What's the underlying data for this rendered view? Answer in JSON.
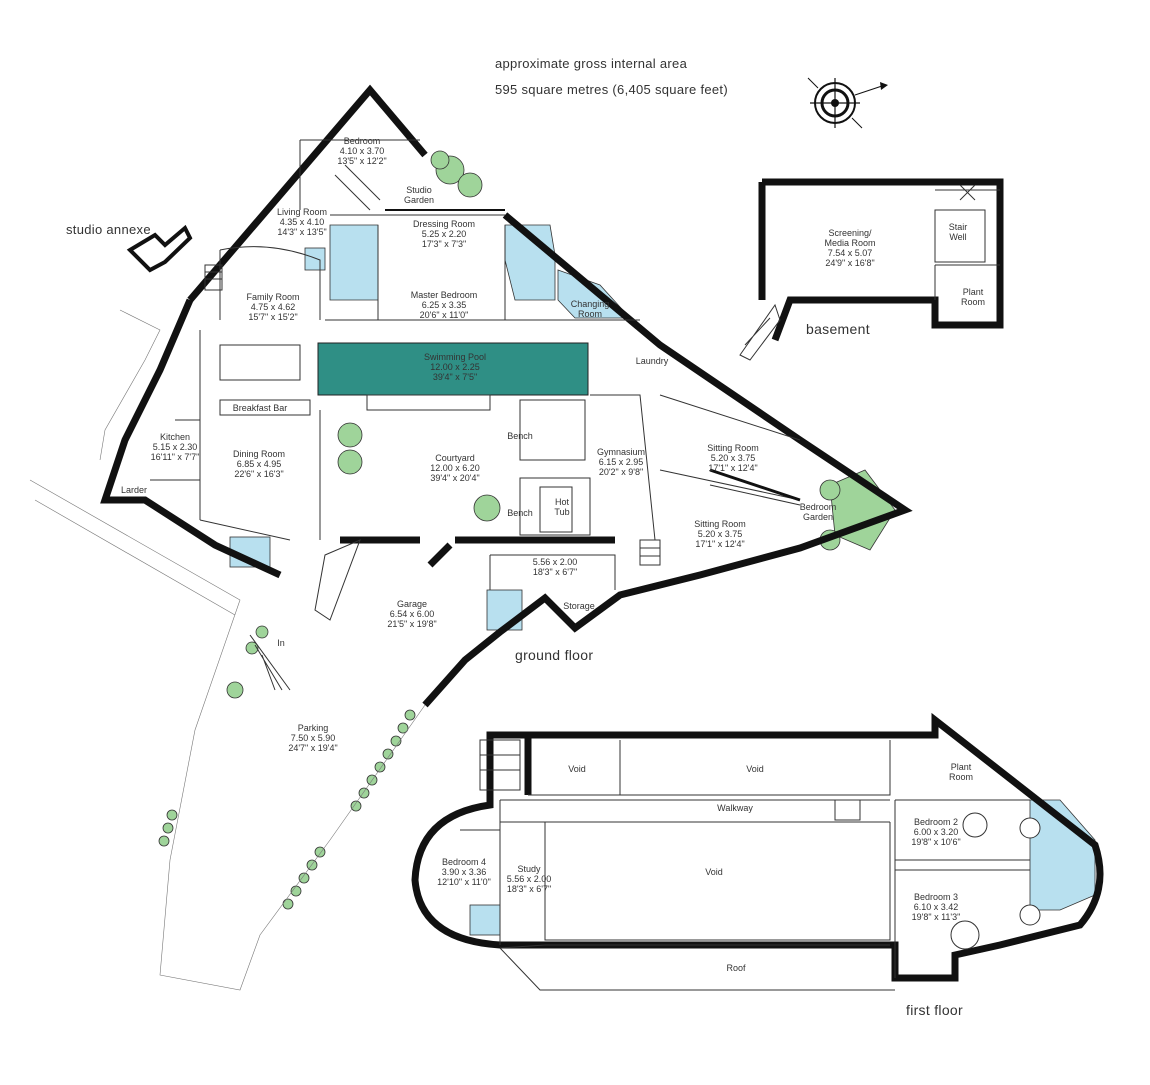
{
  "header": {
    "line1": "approximate gross internal area",
    "line2": "595 square metres (6,405 square feet)"
  },
  "floor_labels": {
    "studio_annexe": "studio annexe",
    "basement": "basement",
    "ground_floor": "ground floor",
    "first_floor": "first floor"
  },
  "colors": {
    "wall": "#111111",
    "wet_room": "#b8e0ef",
    "pool": "#2f8f85",
    "planting": "#9fd49a"
  },
  "icons": [
    "compass-rose-icon"
  ],
  "rooms": {
    "bedroom_studio": {
      "name": "Bedroom",
      "metric": "4.10 x 3.70",
      "imperial": "13'5\" x 12'2\""
    },
    "studio_garden": {
      "name": "Studio",
      "name2": "Garden"
    },
    "living_room": {
      "name": "Living Room",
      "metric": "4.35 x 4.10",
      "imperial": "14'3\" x 13'5\""
    },
    "dressing_room": {
      "name": "Dressing Room",
      "metric": "5.25 x 2.20",
      "imperial": "17'3\" x 7'3\""
    },
    "family_room": {
      "name": "Family Room",
      "metric": "4.75 x 4.62",
      "imperial": "15'7\" x 15'2\""
    },
    "master_bedroom": {
      "name": "Master Bedroom",
      "metric": "6.25 x 3.35",
      "imperial": "20'6\" x 11'0\""
    },
    "changing_room": {
      "name": "Changing",
      "name2": "Room"
    },
    "swimming_pool": {
      "name": "Swimming Pool",
      "metric": "12.00 x 2.25",
      "imperial": "39'4\" x 7'5\""
    },
    "laundry": {
      "name": "Laundry"
    },
    "breakfast_bar": {
      "name": "Breakfast Bar"
    },
    "kitchen": {
      "name": "Kitchen",
      "metric": "5.15 x 2.30",
      "imperial": "16'11\" x 7'7\""
    },
    "larder": {
      "name": "Larder"
    },
    "dining_room": {
      "name": "Dining Room",
      "metric": "6.85 x 4.95",
      "imperial": "22'6\" x 16'3\""
    },
    "courtyard": {
      "name": "Courtyard",
      "metric": "12.00 x 6.20",
      "imperial": "39'4\" x 20'4\""
    },
    "bench1": {
      "name": "Bench"
    },
    "bench2": {
      "name": "Bench"
    },
    "hot_tub": {
      "name": "Hot",
      "name2": "Tub"
    },
    "gymnasium": {
      "name": "Gymnasium",
      "metric": "6.15 x 2.95",
      "imperial": "20'2\" x 9'8\""
    },
    "sitting_room1": {
      "name": "Sitting Room",
      "metric": "5.20 x 3.75",
      "imperial": "17'1\" x 12'4\""
    },
    "sitting_room2": {
      "name": "Sitting Room",
      "metric": "5.20 x 3.75",
      "imperial": "17'1\" x 12'4\""
    },
    "bedroom_garden": {
      "name": "Bedroom",
      "name2": "Garden"
    },
    "storage_dims": {
      "metric": "5.56 x 2.00",
      "imperial": "18'3\" x 6'7\""
    },
    "storage": {
      "name": "Storage"
    },
    "garage": {
      "name": "Garage",
      "metric": "6.54 x 6.00",
      "imperial": "21'5\" x 19'8\""
    },
    "in": {
      "name": "In"
    },
    "parking": {
      "name": "Parking",
      "metric": "7.50 x 5.90",
      "imperial": "24'7\" x 19'4\""
    },
    "screening": {
      "name": "Screening/",
      "name2": "Media Room",
      "metric": "7.54 x 5.07",
      "imperial": "24'9\" x 16'8\""
    },
    "stair_well": {
      "name": "Stair",
      "name2": "Well"
    },
    "plant_room_b": {
      "name": "Plant",
      "name2": "Room"
    },
    "void1": {
      "name": "Void"
    },
    "void2": {
      "name": "Void"
    },
    "plant_room_f": {
      "name": "Plant",
      "name2": "Room"
    },
    "walkway": {
      "name": "Walkway"
    },
    "bedroom2": {
      "name": "Bedroom 2",
      "metric": "6.00 x 3.20",
      "imperial": "19'8\" x 10'6\""
    },
    "bedroom4": {
      "name": "Bedroom 4",
      "metric": "3.90 x 3.36",
      "imperial": "12'10\" x 11'0\""
    },
    "study": {
      "name": "Study",
      "metric": "5.56 x 2.00",
      "imperial": "18'3\" x 6'7\""
    },
    "void3": {
      "name": "Void"
    },
    "bedroom3": {
      "name": "Bedroom 3",
      "metric": "6.10 x 3.42",
      "imperial": "19'8\" x 11'3\""
    },
    "roof": {
      "name": "Roof"
    }
  }
}
